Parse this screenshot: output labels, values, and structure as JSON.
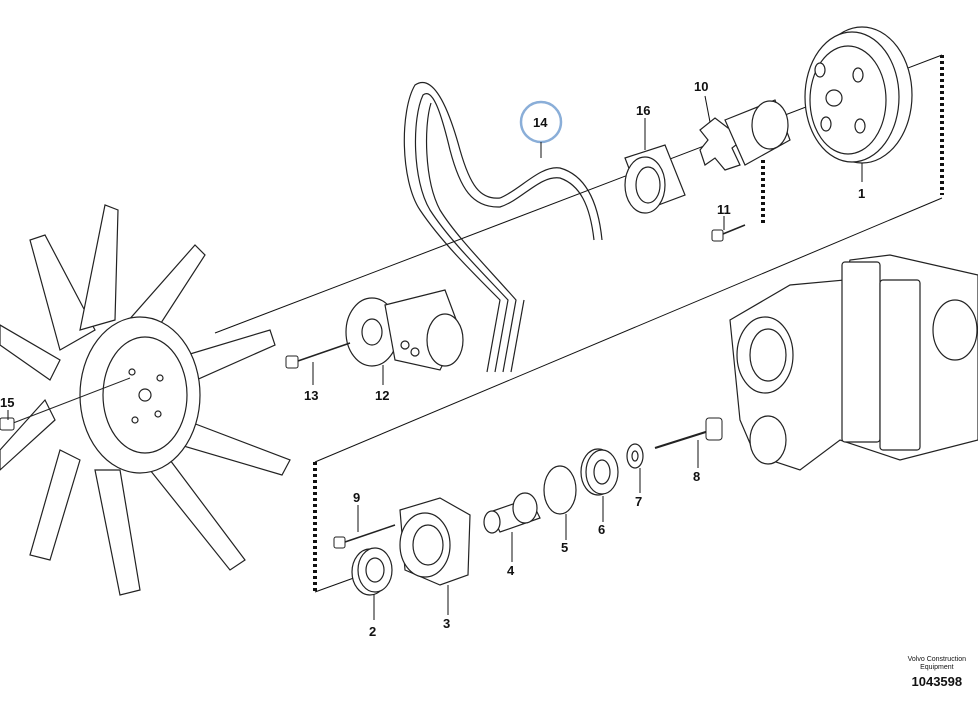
{
  "diagram": {
    "callouts": [
      "1",
      "2",
      "3",
      "4",
      "5",
      "6",
      "7",
      "8",
      "9",
      "10",
      "11",
      "12",
      "13",
      "14",
      "15",
      "16"
    ],
    "highlight_color": "#8aaed8"
  },
  "footer": {
    "brand_line1": "Volvo Construction",
    "brand_line2": "Equipment",
    "figure_number": "1043598"
  }
}
